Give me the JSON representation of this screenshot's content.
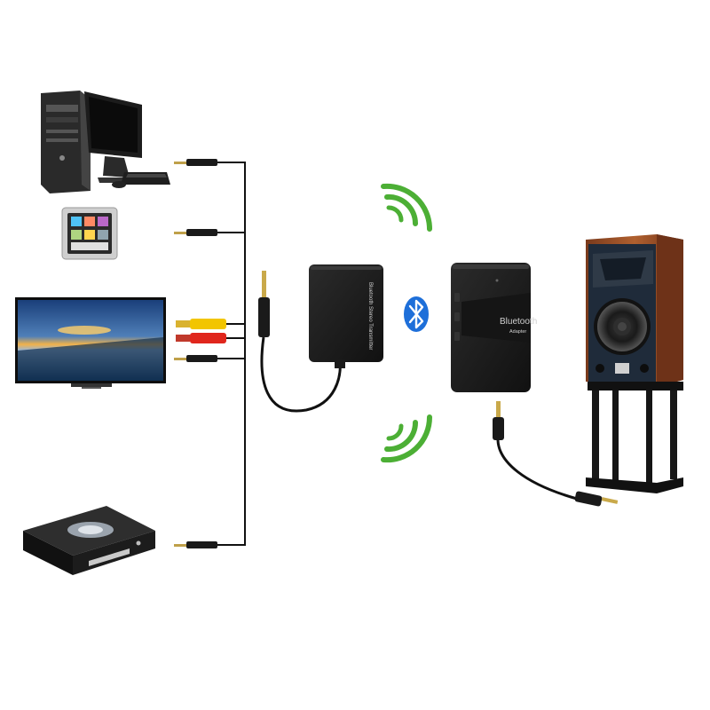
{
  "transmitter": {
    "label": "Bluetooth Stereo Transmitter"
  },
  "receiver": {
    "label_main": "Bluetooth",
    "label_sub": "Adapter"
  },
  "colors": {
    "wave_green": "#4caf35",
    "bluetooth_blue": "#1e6fd9",
    "device_black": "#1b1b1b",
    "speaker_wood": "#a0512c",
    "rca_yellow": "#f2c500",
    "rca_red": "#e0261c"
  },
  "icons": {
    "source_1": "desktop-computer-icon",
    "source_2": "music-player-icon",
    "source_3": "television-icon",
    "source_4": "cd-player-icon",
    "link": "bluetooth-icon",
    "sink": "bookshelf-speaker-icon"
  }
}
